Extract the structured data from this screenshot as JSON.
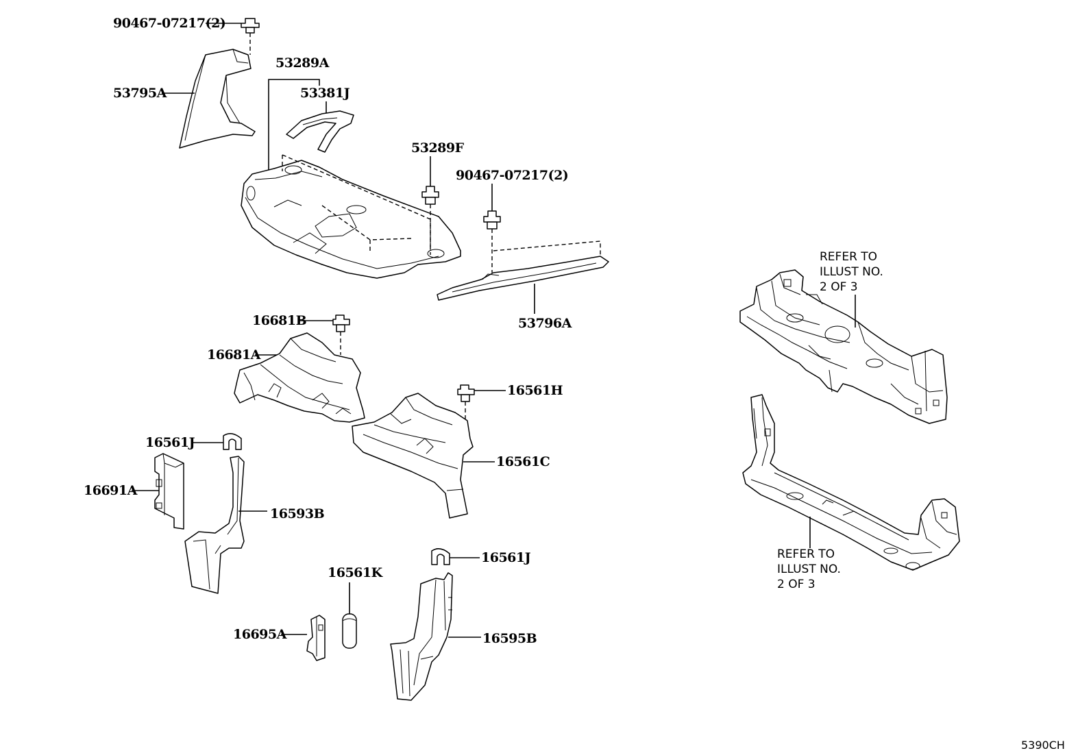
{
  "diagram": {
    "part_labels": {
      "p90467_top": "90467-07217(2)",
      "p53795A": "53795A",
      "p53289A": "53289A",
      "p53381J": "53381J",
      "p53289F": "53289F",
      "p90467_right": "90467-07217(2)",
      "p53796A": "53796A",
      "p16681B": "16681B",
      "p16681A": "16681A",
      "p16561H": "16561H",
      "p16561J_left": "16561J",
      "p16561C": "16561C",
      "p16691A": "16691A",
      "p16593B": "16593B",
      "p16561K": "16561K",
      "p16561J_right": "16561J",
      "p16695A": "16695A",
      "p16595B": "16595B"
    },
    "notes": {
      "refer_top": [
        "REFER TO",
        "ILLUST NO.",
        "2 OF 3"
      ],
      "refer_bottom": [
        "REFER TO",
        "ILLUST NO.",
        "2 OF 3"
      ]
    },
    "illustration_code": "5390CH"
  }
}
